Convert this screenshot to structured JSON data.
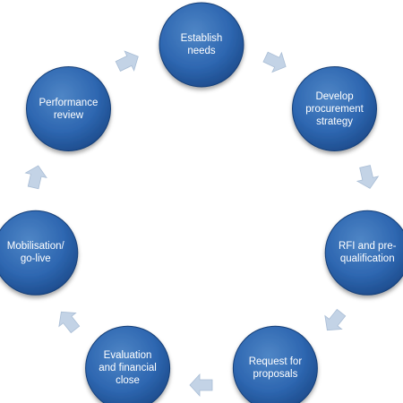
{
  "nodes": [
    {
      "label": "Establish\nneeds"
    },
    {
      "label": "Develop\nprocurement\nstrategy"
    },
    {
      "label": "RFI and pre-\nqualification"
    },
    {
      "label": "Request for\nproposals"
    },
    {
      "label": "Evaluation\nand financial\nclose"
    },
    {
      "label": "Mobilisation/\ngo-live"
    },
    {
      "label": "Performance\nreview"
    }
  ],
  "colors": {
    "node_fill_light": "#4f86c6",
    "node_fill": "#2e67b1",
    "node_fill_dark": "#1c4a8a",
    "node_edge": "#173f78",
    "arrow_fill": "#c3d3e6",
    "arrow_edge": "#a9bdd5",
    "label_text": "#ffffff"
  }
}
